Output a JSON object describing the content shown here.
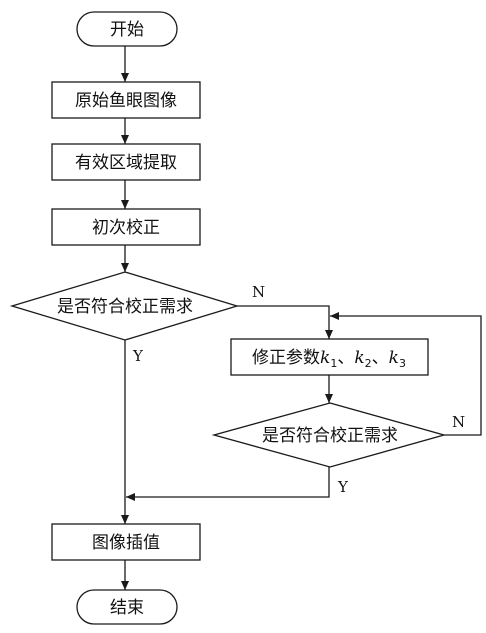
{
  "flowchart": {
    "start": "开始",
    "load_image": "原始鱼眼图像",
    "extract_region": "有效区域提取",
    "initial_correction": "初次校正",
    "decision_1": "是否符合校正需求",
    "modify_params_prefix": "修正参数",
    "params": [
      {
        "base": "k",
        "sub": "1"
      },
      {
        "base": "k",
        "sub": "2"
      },
      {
        "base": "k",
        "sub": "3"
      }
    ],
    "param_separator": "、",
    "decision_2": "是否符合校正需求",
    "interpolation": "图像插值",
    "end": "结束",
    "yes": "Y",
    "no": "N"
  }
}
